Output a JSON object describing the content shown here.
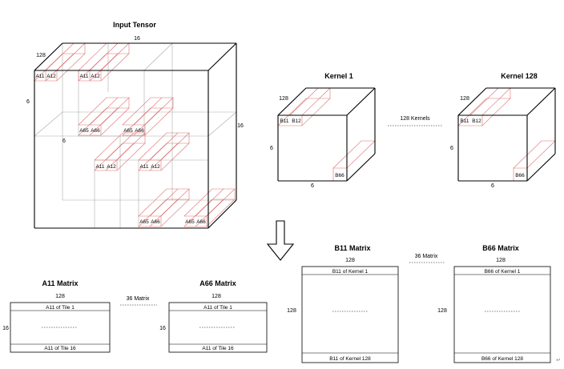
{
  "input_tensor": {
    "title": "Input Tensor",
    "dim_top": "16",
    "dim_depth": "128",
    "dim_left": "6",
    "dim_right": "16",
    "dim_mid": "6",
    "tiles": [
      {
        "a": "A11",
        "b": "A12"
      },
      {
        "a": "A11",
        "b": "A12"
      },
      {
        "a": "A65",
        "b": "A66"
      },
      {
        "a": "A65",
        "b": "A66"
      },
      {
        "a": "A11",
        "b": "A12"
      },
      {
        "a": "A11",
        "b": "A12"
      },
      {
        "a": "A65",
        "b": "A66"
      },
      {
        "a": "A65",
        "b": "A66"
      }
    ]
  },
  "kernel1": {
    "title": "Kernel 1",
    "depth": "128",
    "left": "6",
    "bottom": "6",
    "c1": "B11",
    "c2": "B12",
    "c3": "B66"
  },
  "kernel128": {
    "title": "Kernel 128",
    "depth": "128",
    "left": "6",
    "bottom": "6",
    "c1": "B11",
    "c2": "B12",
    "c3": "B66"
  },
  "kernels_label": "128 Kernels",
  "a11_matrix": {
    "title": "A11 Matrix",
    "top": "128",
    "left": "16",
    "row_first": "A11 of Tile 1",
    "row_last": "A11 of Tile 16"
  },
  "a66_matrix": {
    "title": "A66 Matrix",
    "top": "128",
    "left": "16",
    "row_first": "A11 of Tile 1",
    "row_last": "A11 of Tile 16"
  },
  "a_between": "36 Matrix",
  "b11_matrix": {
    "title": "B11 Matrix",
    "top": "128",
    "left": "128",
    "row_first": "B11 of Kernel 1",
    "row_last": "B11 of Kernel 128"
  },
  "b66_matrix": {
    "title": "B66 Matrix",
    "top": "128",
    "left": "128",
    "row_first": "B66 of Kernel 1",
    "row_last": "B66 of Kernel 128"
  },
  "b_between": "36 Matrix",
  "return_glyph": "↵"
}
